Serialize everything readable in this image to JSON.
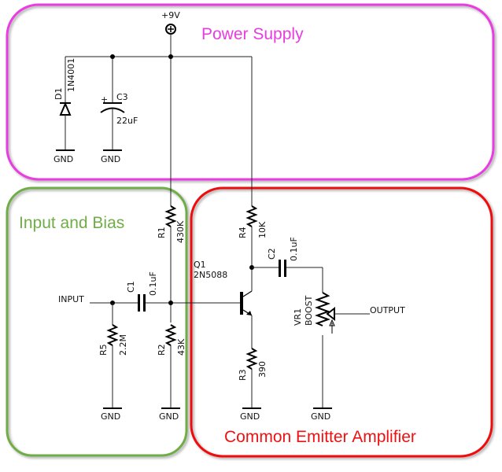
{
  "groups": {
    "power": {
      "title": "Power Supply",
      "color": "#e83ce0"
    },
    "input_bias": {
      "title": "Input and Bias",
      "color": "#70ad47"
    },
    "amplifier": {
      "title": "Common Emitter Amplifier",
      "color": "#ee1111"
    }
  },
  "supply": {
    "label": "+9V"
  },
  "ground_label": "GND",
  "components": {
    "D1": {
      "ref": "D1",
      "value": "1N4001"
    },
    "C3": {
      "ref": "C3",
      "value": "22uF",
      "polarity": "+"
    },
    "R1": {
      "ref": "R1",
      "value": "430K"
    },
    "R2": {
      "ref": "R2",
      "value": "43K"
    },
    "R5": {
      "ref": "R5",
      "value": "2.2M"
    },
    "C1": {
      "ref": "C1",
      "value": "0.1uF"
    },
    "Q1": {
      "ref": "Q1",
      "value": "2N5088"
    },
    "R4": {
      "ref": "R4",
      "value": "10K"
    },
    "R3": {
      "ref": "R3",
      "value": "390"
    },
    "C2": {
      "ref": "C2",
      "value": "0.1uF"
    },
    "VR1": {
      "ref": "VR1",
      "value": "BOOST"
    }
  },
  "nets": {
    "input": "INPUT",
    "output": "OUTPUT"
  }
}
